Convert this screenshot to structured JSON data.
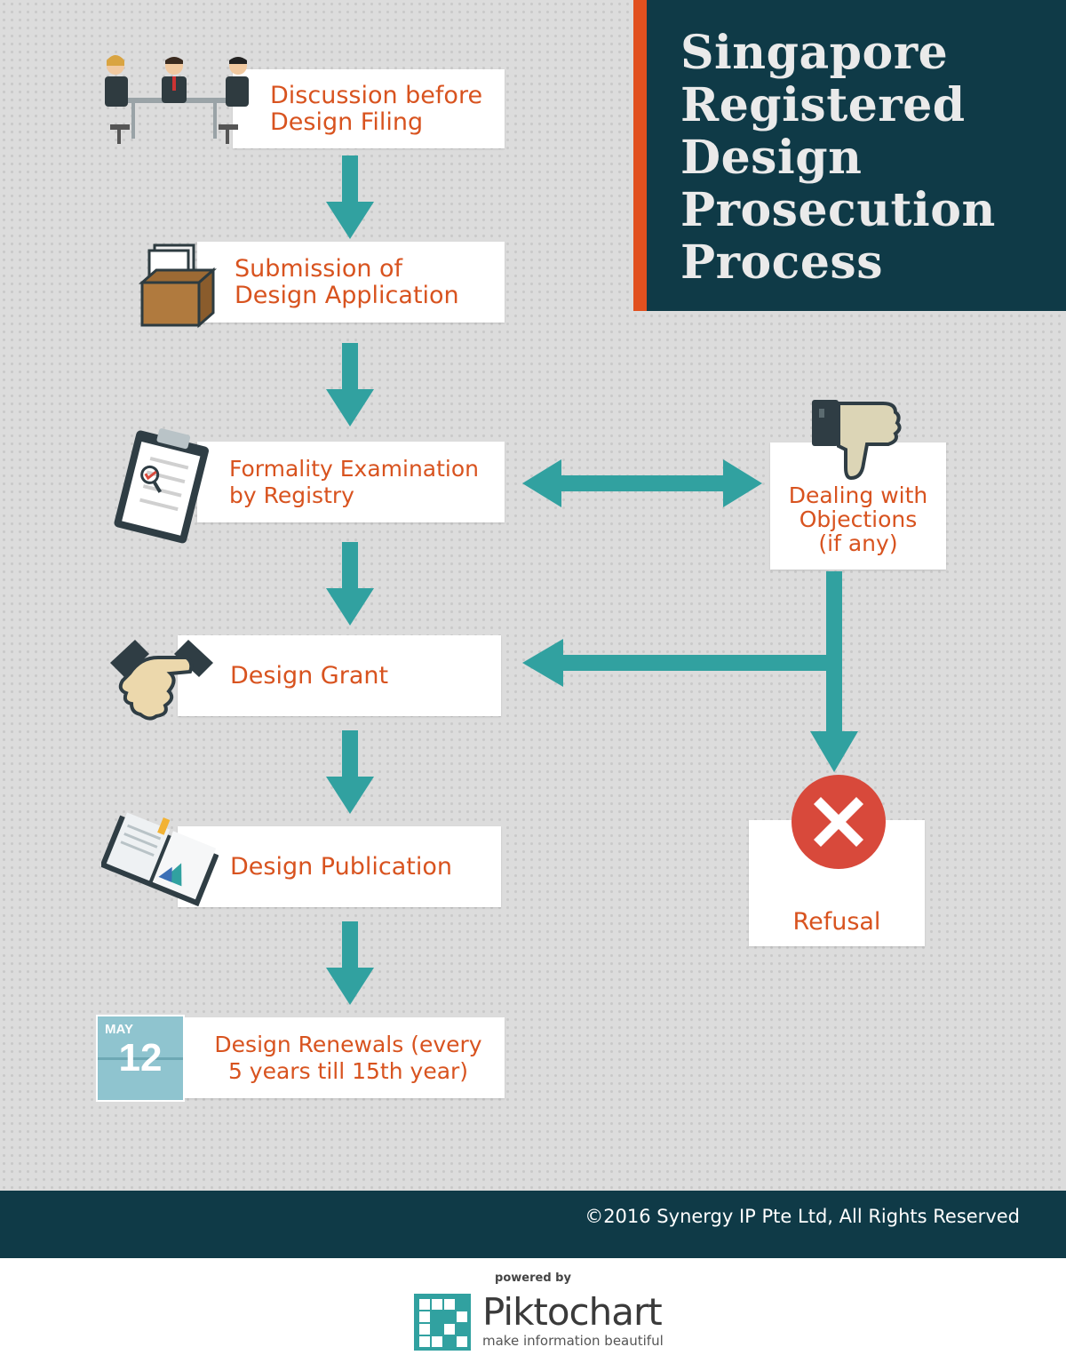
{
  "title": "Singapore\nRegistered\nDesign\nProsecution\nProcess",
  "colors": {
    "navy": "#0f3a47",
    "accent_orange": "#e1501f",
    "teal_arrow": "#31a1a0",
    "label_orange": "#d8531f",
    "refusal_red": "#d8493b"
  },
  "steps": [
    {
      "label": "Discussion before\nDesign Filing",
      "icon": "meeting-icon"
    },
    {
      "label": "Submission of\nDesign Application",
      "icon": "document-box-icon"
    },
    {
      "label": "Formality Examination\nby Registry",
      "icon": "clipboard-icon"
    },
    {
      "label": "Design Grant",
      "icon": "handshake-icon"
    },
    {
      "label": "Design Publication",
      "icon": "open-book-icon"
    },
    {
      "label": "Design Renewals (every\n5 years till 15th year)",
      "icon": "calendar-icon"
    }
  ],
  "objections": {
    "label": "Dealing with\nObjections\n(if any)",
    "icon": "thumbs-down-icon"
  },
  "refusal": {
    "label": "Refusal",
    "icon": "x-circle-icon"
  },
  "calendar": {
    "month": "MAY",
    "day": "12"
  },
  "footer": {
    "copyright": "©2016 Synergy IP Pte Ltd, All Rights Reserved",
    "powered_by": "powered by",
    "brand": "Piktochart",
    "tagline": "make information beautiful"
  }
}
